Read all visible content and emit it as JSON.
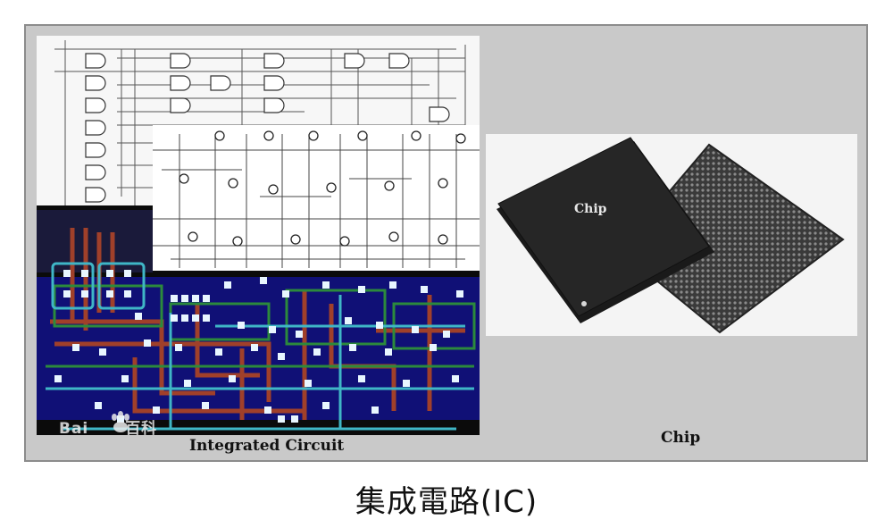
{
  "title": "集成電路(IC)",
  "captions": {
    "ic": "Integrated Circuit",
    "chip": "Chip"
  },
  "chip_label": "Chip",
  "watermark": {
    "text_latin": "Bai",
    "text_cn": "百科"
  },
  "colors": {
    "frame": "#c9c9c9",
    "layout_bg": "#0b0b0b",
    "layout_blue": "#12128a",
    "metal_red": "#a0402a",
    "metal_cyan": "#3fb6c6",
    "chip_body": "#1e1e1e"
  }
}
